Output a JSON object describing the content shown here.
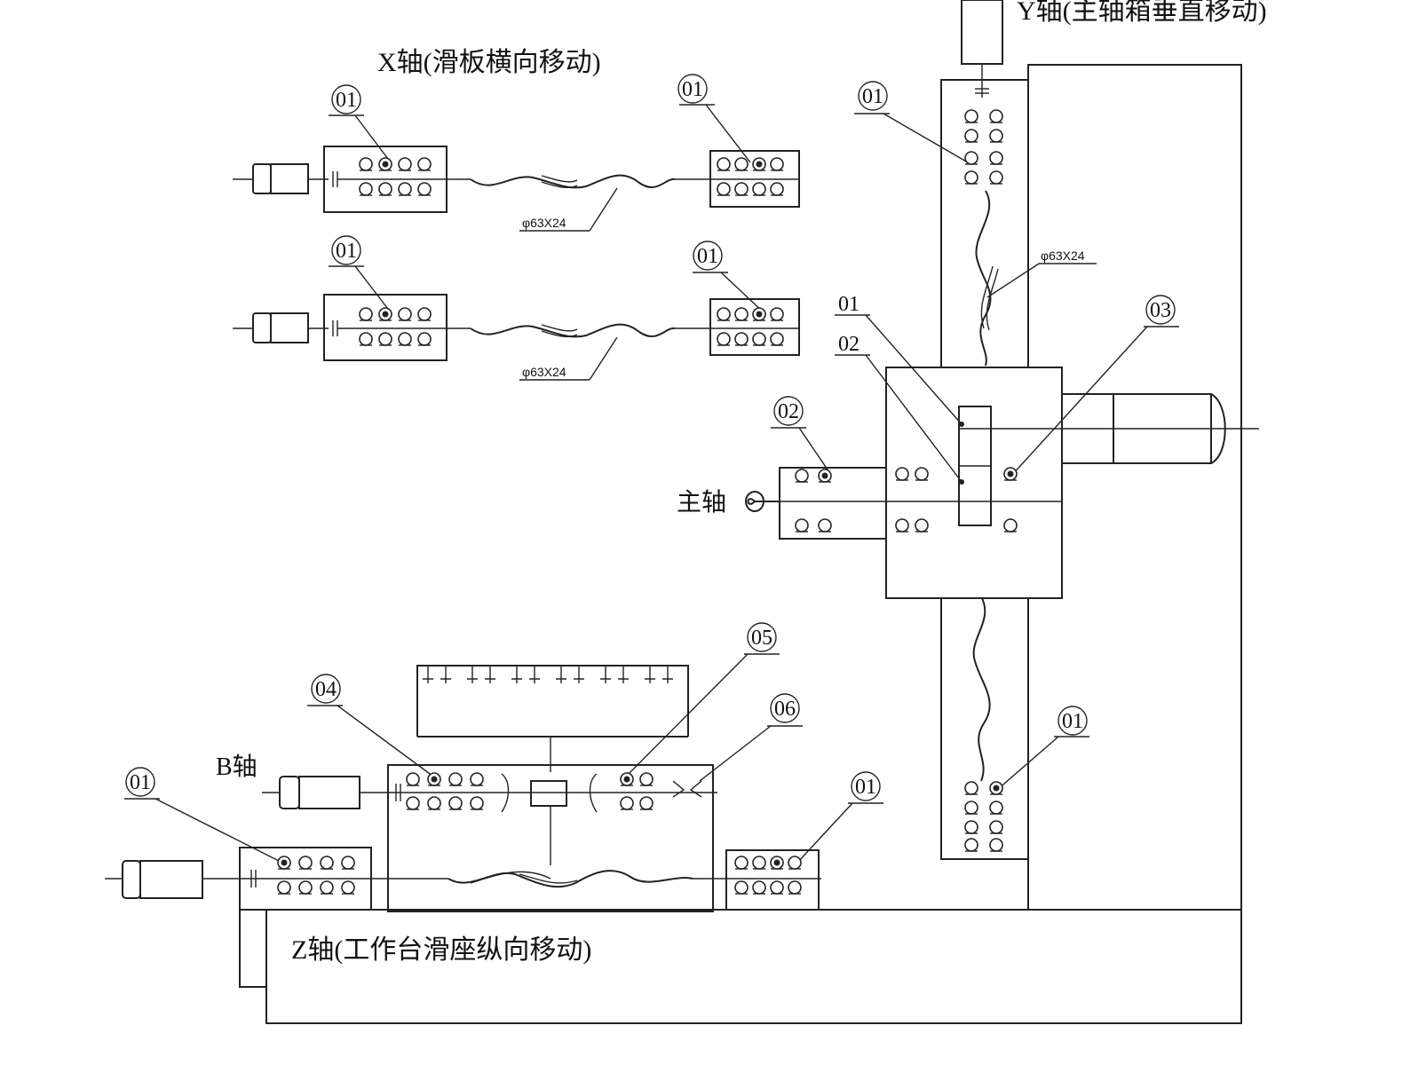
{
  "titles": {
    "x_axis": "X轴(滑板横向移动)",
    "y_axis": "Y轴(主轴箱垂直移动)",
    "z_axis": "Z轴(工作台滑座纵向移动)",
    "b_axis": "B轴",
    "spindle": "主轴"
  },
  "screw_spec": "φ63X24",
  "callouts": {
    "c01": "01",
    "c02": "02",
    "c03": "03",
    "c04": "04",
    "c05": "05",
    "c06": "06"
  },
  "colors": {
    "line": "#222222",
    "background": "#ffffff"
  }
}
